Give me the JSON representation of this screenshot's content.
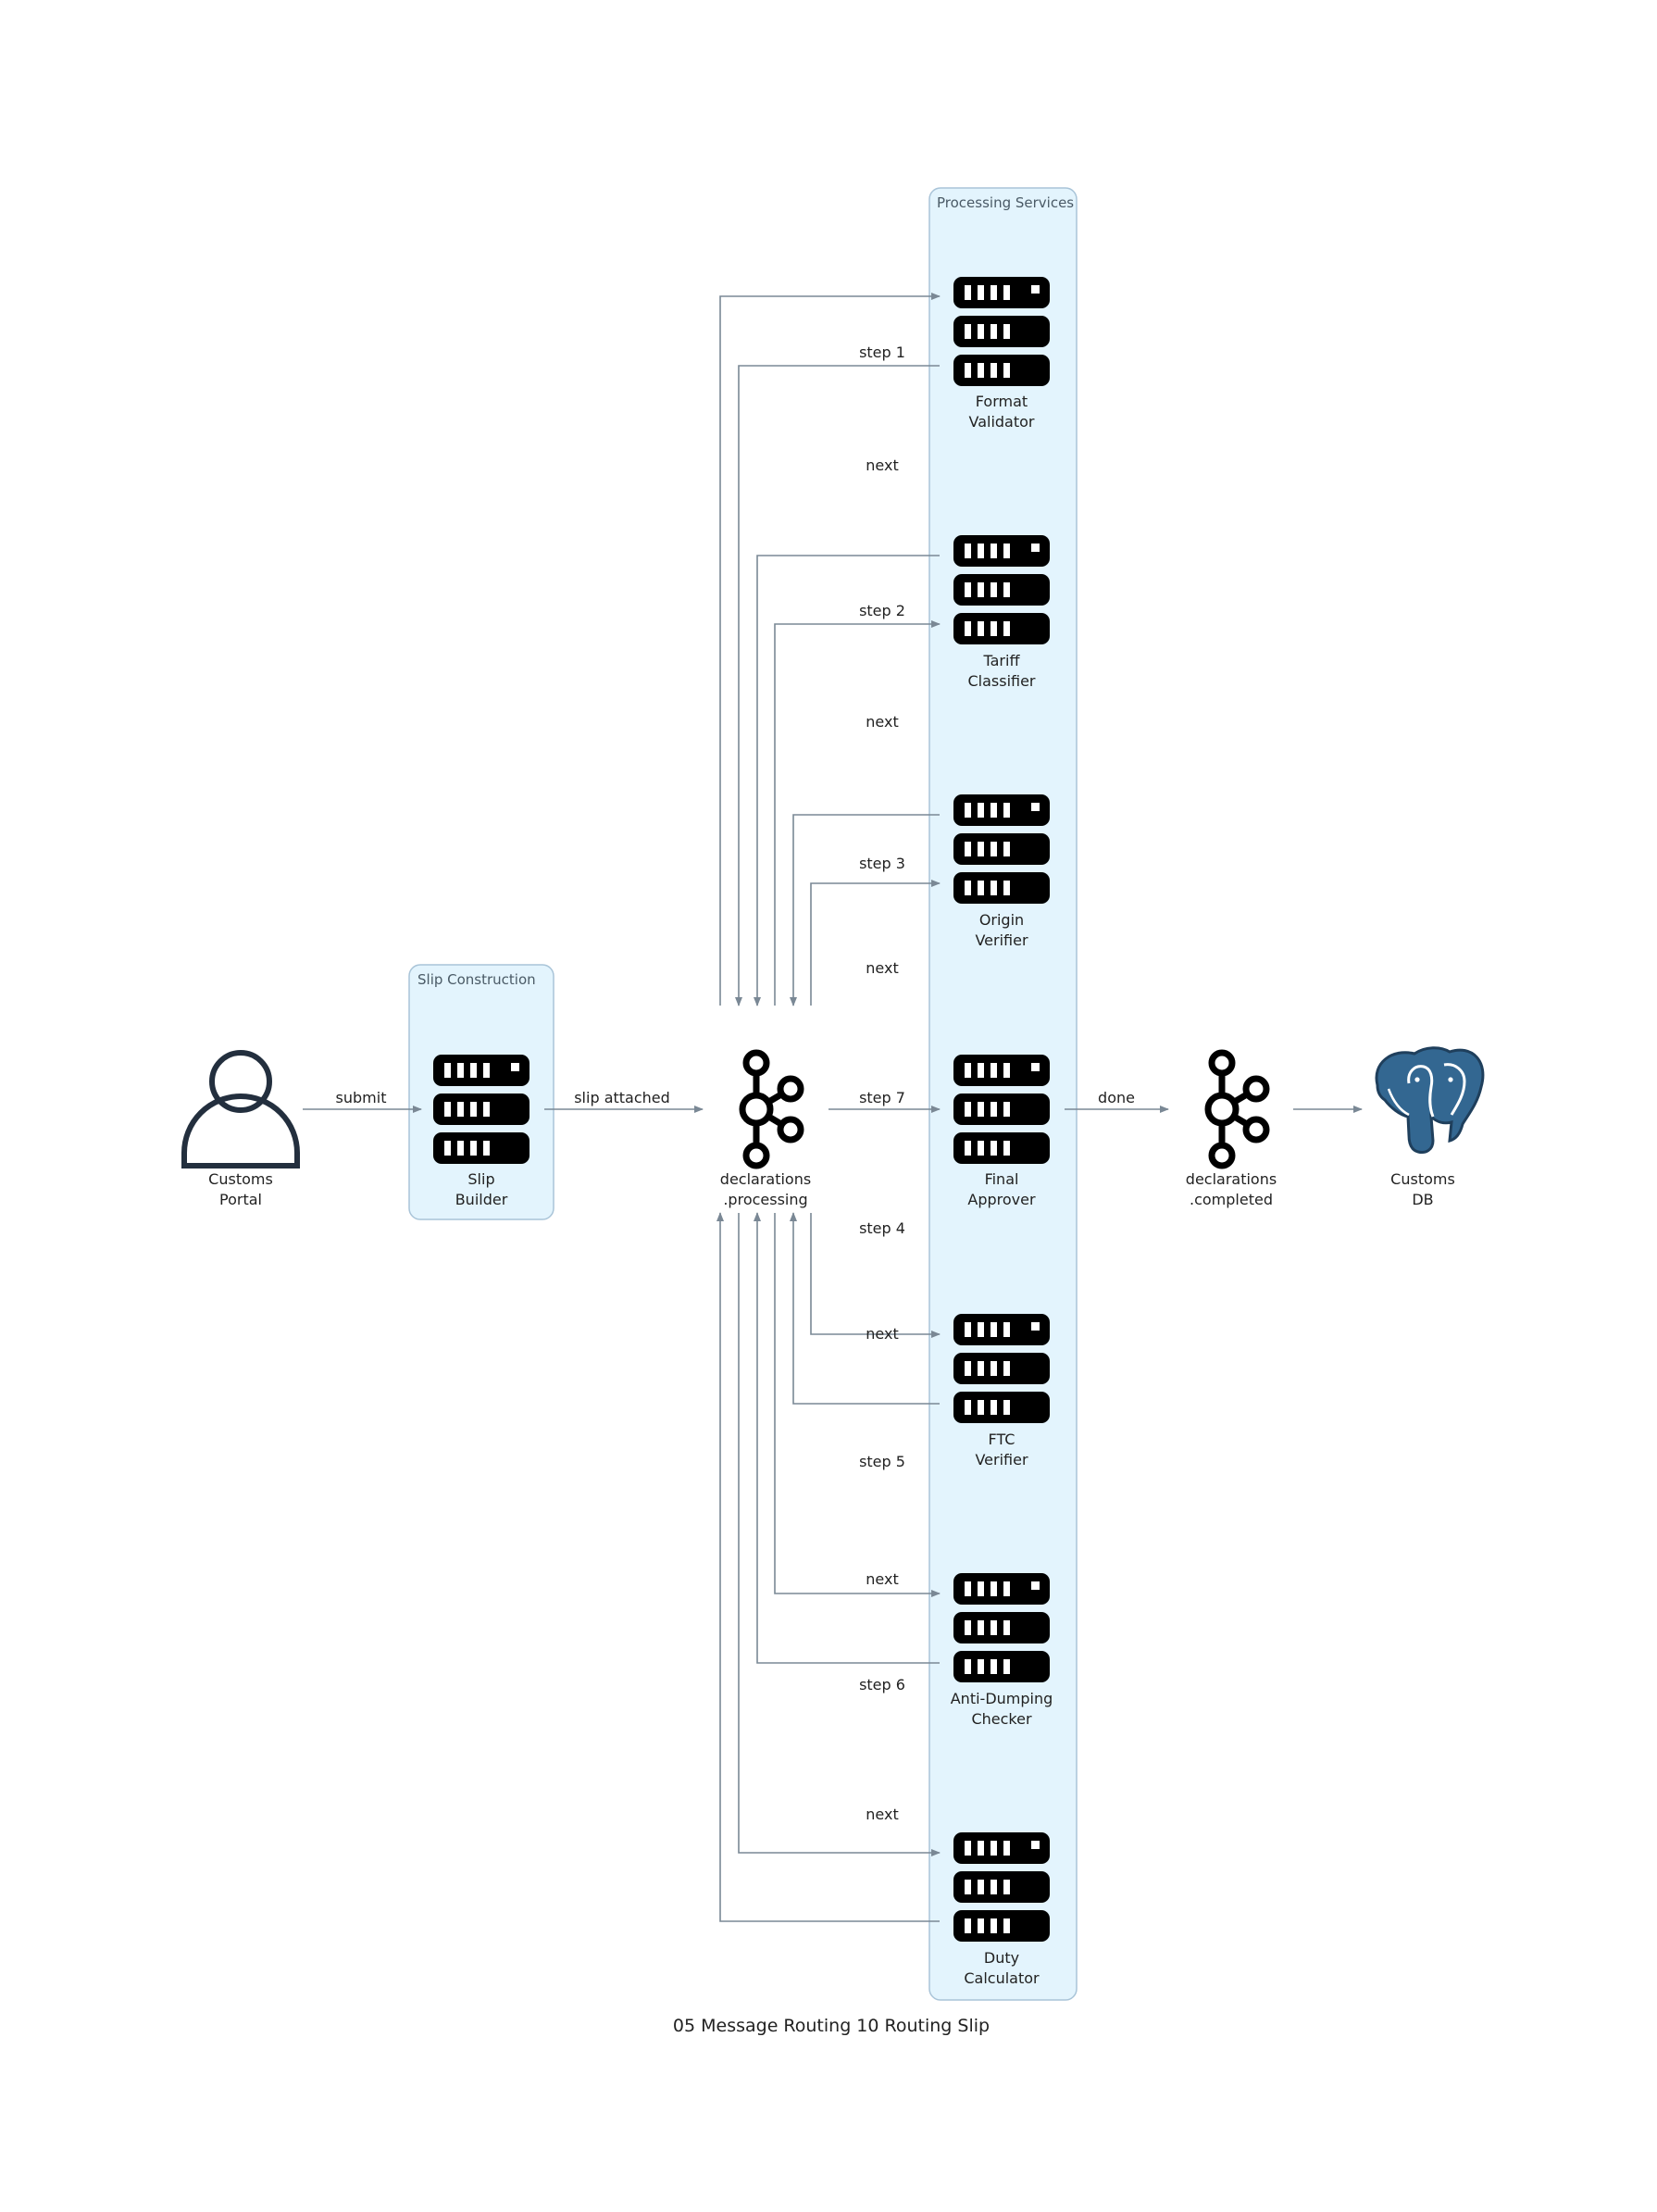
{
  "title": "05 Message Routing 10 Routing Slip",
  "colors": {
    "cluster_fill": "#e3f4fd",
    "cluster_stroke": "#a9c4d8",
    "edge": "#7a8895",
    "icon_dark": "#000000",
    "person_stroke": "#232f3e",
    "postgres_blue": "#336791"
  },
  "clusters": [
    {
      "id": "slip",
      "label": "Slip Construction"
    },
    {
      "id": "proc",
      "label": "Processing Services"
    }
  ],
  "nodes": [
    {
      "id": "portal",
      "icon": "person-icon",
      "lines": [
        "Customs",
        "Portal"
      ]
    },
    {
      "id": "builder",
      "icon": "server-icon",
      "lines": [
        "Slip",
        "Builder"
      ]
    },
    {
      "id": "processing",
      "icon": "kafka-icon",
      "lines": [
        "declarations",
        ".processing"
      ]
    },
    {
      "id": "format",
      "icon": "server-icon",
      "lines": [
        "Format",
        "Validator"
      ]
    },
    {
      "id": "tariff",
      "icon": "server-icon",
      "lines": [
        "Tariff",
        "Classifier"
      ]
    },
    {
      "id": "origin",
      "icon": "server-icon",
      "lines": [
        "Origin",
        "Verifier"
      ]
    },
    {
      "id": "final",
      "icon": "server-icon",
      "lines": [
        "Final",
        "Approver"
      ]
    },
    {
      "id": "ftc",
      "icon": "server-icon",
      "lines": [
        "FTC",
        "Verifier"
      ]
    },
    {
      "id": "antidumping",
      "icon": "server-icon",
      "lines": [
        "Anti-Dumping",
        "Checker"
      ]
    },
    {
      "id": "duty",
      "icon": "server-icon",
      "lines": [
        "Duty",
        "Calculator"
      ]
    },
    {
      "id": "completed",
      "icon": "kafka-icon",
      "lines": [
        "declarations",
        ".completed"
      ]
    },
    {
      "id": "db",
      "icon": "postgresql-icon",
      "lines": [
        "Customs",
        "DB"
      ]
    }
  ],
  "edges": [
    {
      "id": "portal-builder",
      "label": "submit"
    },
    {
      "id": "builder-processing",
      "label": "slip attached"
    },
    {
      "id": "processing-format",
      "label": "step 1"
    },
    {
      "id": "format-processing",
      "label": "next"
    },
    {
      "id": "processing-tariff",
      "label": "step 2"
    },
    {
      "id": "tariff-processing",
      "label": "next"
    },
    {
      "id": "processing-origin",
      "label": "step 3"
    },
    {
      "id": "origin-processing",
      "label": "next"
    },
    {
      "id": "processing-final",
      "label": "step 7"
    },
    {
      "id": "final-completed",
      "label": "done"
    },
    {
      "id": "completed-db",
      "label": ""
    },
    {
      "id": "processing-ftc",
      "label": "step 4"
    },
    {
      "id": "ftc-processing",
      "label": "next"
    },
    {
      "id": "processing-antidumping",
      "label": "step 5"
    },
    {
      "id": "antidumping-processing",
      "label": "next"
    },
    {
      "id": "processing-duty",
      "label": "step 6"
    },
    {
      "id": "duty-processing",
      "label": "next"
    }
  ]
}
